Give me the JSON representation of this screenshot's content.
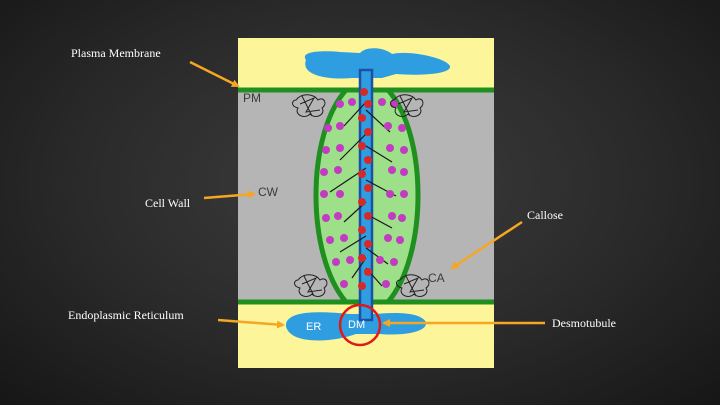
{
  "callouts": {
    "plasma_membrane": "Plasma Membrane",
    "cell_wall": "Cell Wall",
    "callose": "Callose",
    "endoplasmic_reticulum": "Endoplasmic Reticulum",
    "desmotubule": "Desmotubule"
  },
  "diagram_labels": {
    "pm": "PM",
    "cw": "CW",
    "ca": "CA",
    "er": "ER",
    "dm": "DM"
  },
  "colors": {
    "cytoplasm": "#fdf59a",
    "cell_wall": "#b5b5b5",
    "membrane": "#1f8f1f",
    "plasmodesma_interior": "#9ee08a",
    "er": "#2f9ee0",
    "protein_red": "#d42a2a",
    "protein_magenta": "#c23cc2",
    "arrow": "#f5a623",
    "highlight_circle": "#e01818"
  }
}
